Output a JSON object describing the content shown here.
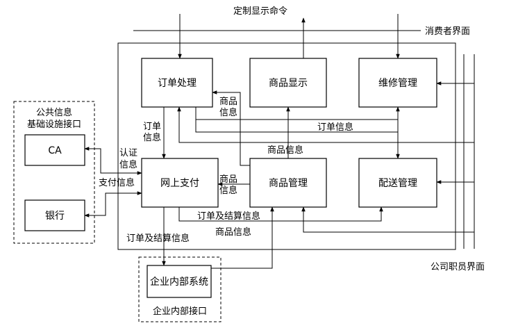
{
  "modules": {
    "order_processing": "订单处理",
    "product_display": "商品显示",
    "maintenance_management": "维修管理",
    "online_payment": "网上支付",
    "product_management": "商品管理",
    "delivery_management": "配送管理",
    "ca": "CA",
    "bank": "银行",
    "enterprise_internal_system": "企业内部系统"
  },
  "region_labels": {
    "consumer_interface": "消费者界面",
    "staff_interface": "公司职员界面",
    "public_info_interface_line1": "公共信息",
    "public_info_interface_line2": "基础设施接口",
    "enterprise_internal_interface": "企业内部接口"
  },
  "flow_labels": {
    "custom_display_command": "定制显示命令",
    "product_info_v_1": "商品",
    "product_info_v_2": "信息",
    "order_info_v_1": "订单",
    "order_info_v_2": "信息",
    "order_info": "订单信息",
    "product_info_mid": "商品信息",
    "auth_info_1": "认证",
    "auth_info_2": "信息",
    "payment_info": "支付信息",
    "product_info_v2_1": "商品",
    "product_info_v2_2": "信息",
    "order_settlement_info": "订单及结算信息",
    "product_info_bottom": "商品信息",
    "order_settlement_info_left": "订单及结算信息"
  }
}
